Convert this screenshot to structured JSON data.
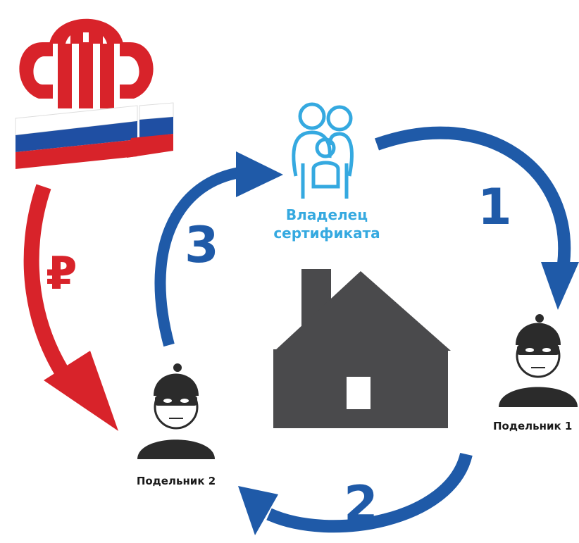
{
  "logo": {
    "monogram": "ПФ",
    "flag_colors": [
      "#ffffff",
      "#1f4fa3",
      "#d8232a"
    ]
  },
  "owner": {
    "line1": "Владелец",
    "line2": "сертификата",
    "color": "#35a9e0"
  },
  "steps": {
    "step1": "1",
    "step2": "2",
    "step3": "3",
    "color": "#1f5aa8"
  },
  "money": {
    "symbol": "₽",
    "color": "#d8232a"
  },
  "accomplice1": {
    "label": "Подельник 1"
  },
  "accomplice2": {
    "label": "Подельник 2"
  },
  "icons": {
    "house": "house-icon",
    "family": "family-icon",
    "thief": "thief-icon",
    "logo": "pfr-logo-icon"
  },
  "colors": {
    "house": "#4a4a4c",
    "thief": "#2b2b2b",
    "arrow_blue": "#1f5aa8",
    "arrow_red": "#d8232a"
  }
}
